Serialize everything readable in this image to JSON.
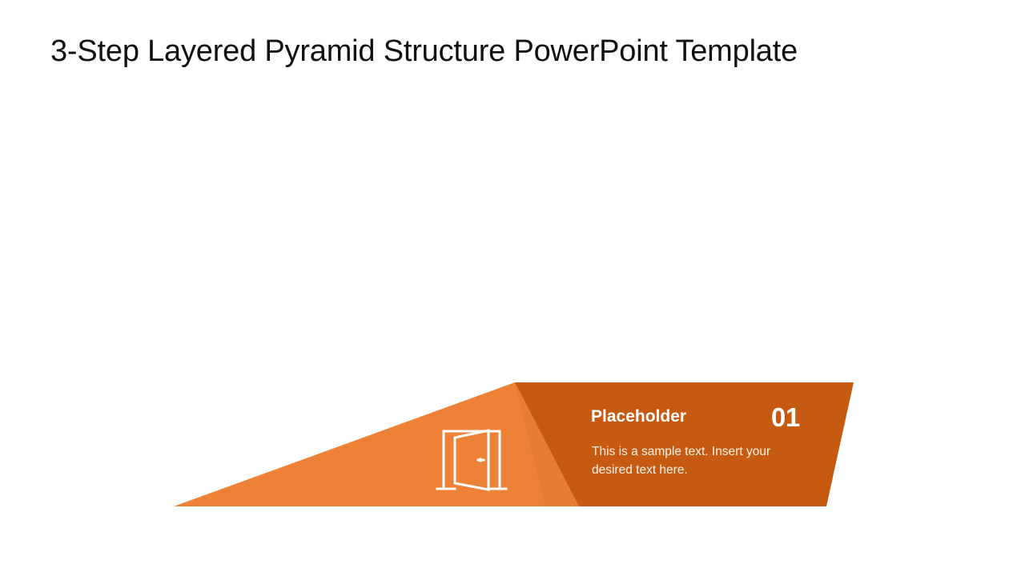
{
  "slide": {
    "title": "3-Step Layered Pyramid Structure PowerPoint Template",
    "background_color": "#FFFFFF"
  },
  "pyramid": {
    "type": "3-step-layered-pyramid",
    "visible_layers": 1,
    "layers": [
      {
        "index": 1,
        "number": "01",
        "heading": "Placeholder",
        "body": "This is a sample text. Insert your desired text here.",
        "icon": "door-icon",
        "face_color": "#ED8136",
        "panel_color": "#C65A11",
        "shading_color": "#E0792F",
        "text_color": "#FFFFFF"
      }
    ]
  }
}
